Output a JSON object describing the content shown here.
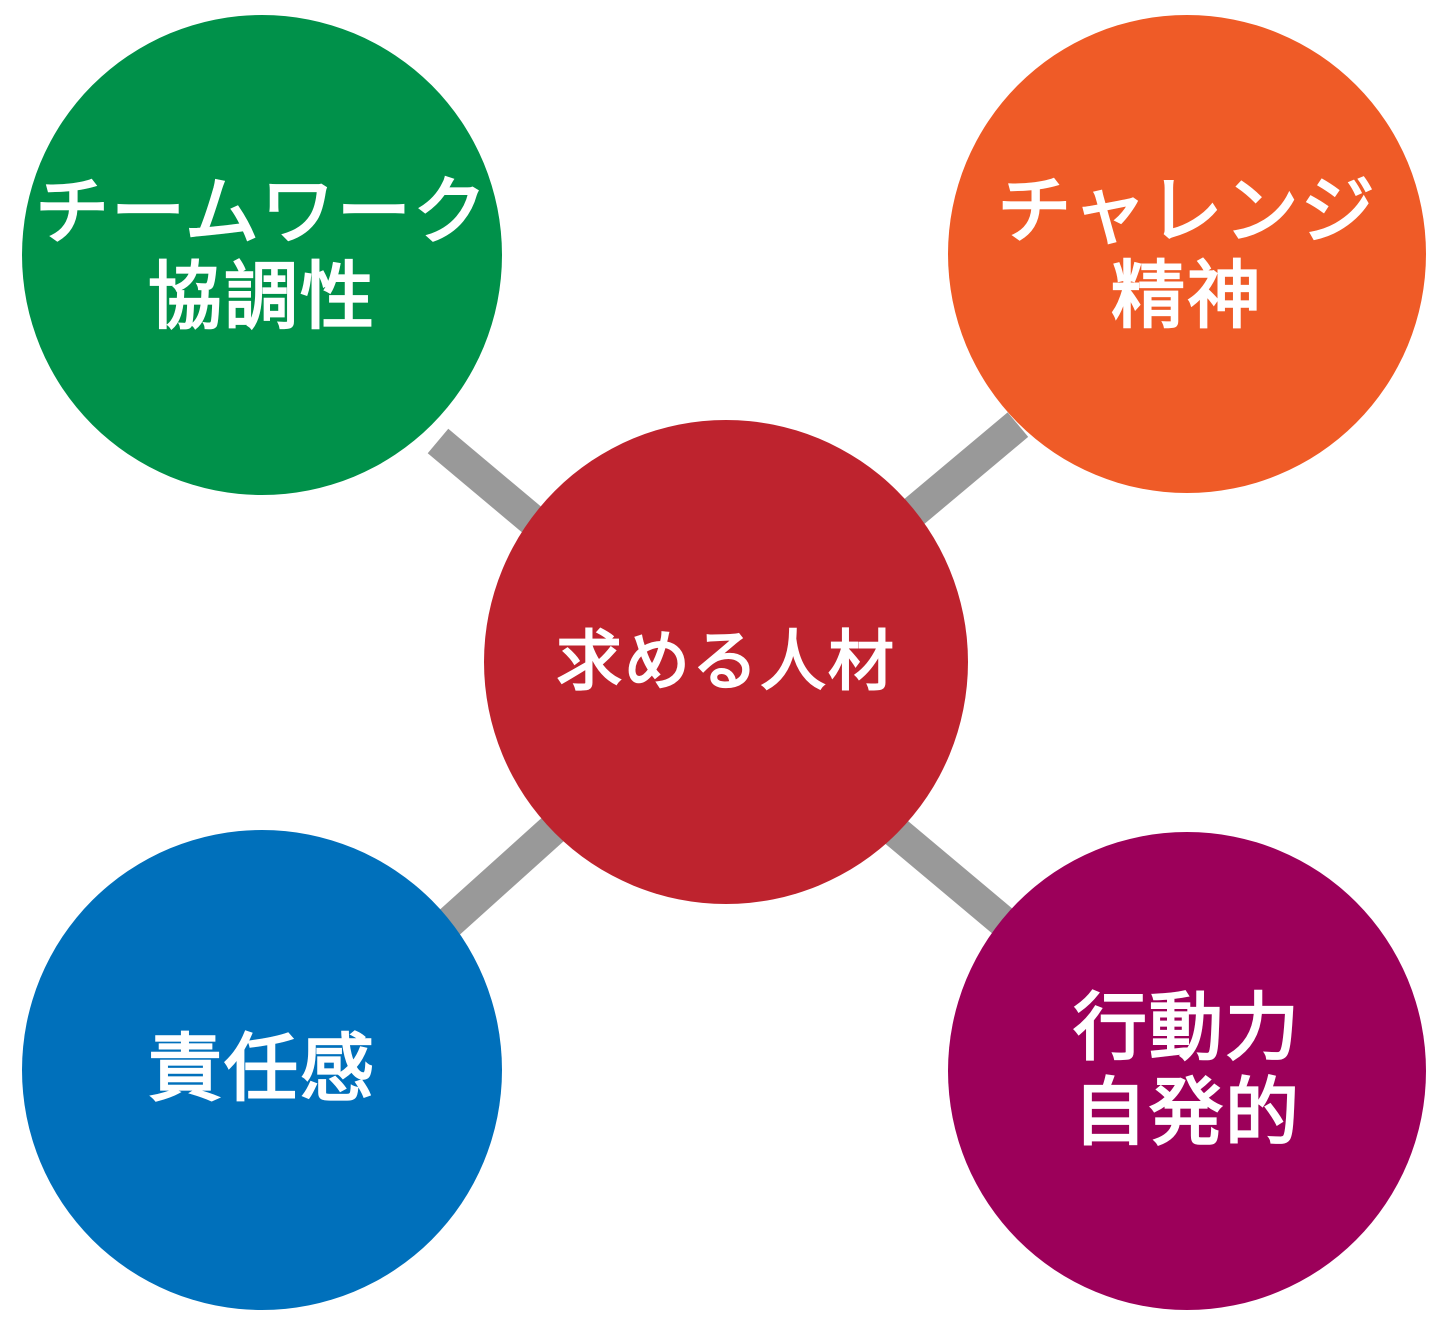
{
  "center": {
    "label": "求める人材",
    "color": "#be232e"
  },
  "nodes": [
    {
      "id": "teamwork",
      "lines": [
        "チームワーク",
        "協調性"
      ],
      "color": "#00914a"
    },
    {
      "id": "challenge",
      "lines": [
        "チャレンジ",
        "精神"
      ],
      "color": "#ef5b27"
    },
    {
      "id": "responsibility",
      "lines": [
        "責任感"
      ],
      "color": "#0070bb"
    },
    {
      "id": "action",
      "lines": [
        "行動力",
        "自発的"
      ],
      "color": "#9c005a"
    }
  ],
  "connector_color": "#999999"
}
